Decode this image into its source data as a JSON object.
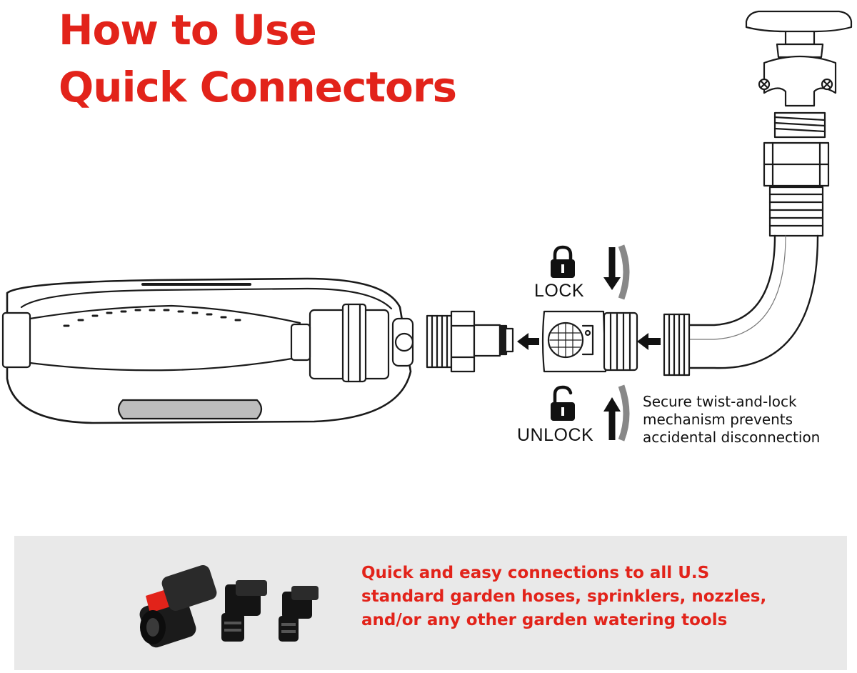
{
  "title": {
    "line1": "How to Use",
    "line2": "Quick Connectors"
  },
  "diagram": {
    "lock_label": "LOCK",
    "unlock_label": "UNLOCK",
    "note_lines": [
      "Secure twist-and-lock",
      "mechanism prevents",
      "accidental disconnection"
    ]
  },
  "panel": {
    "text_lines": [
      "Quick and easy connections to all U.S",
      "standard garden hoses, sprinklers, nozzles,",
      "and/or any other garden watering tools"
    ]
  },
  "colors": {
    "accent": "#e2231a",
    "panel_bg": "#e9e9e9",
    "ink": "#111111"
  },
  "icons": [
    "padlock-closed-icon",
    "padlock-open-icon",
    "rotate-arrow-icon",
    "left-arrow-icon"
  ]
}
